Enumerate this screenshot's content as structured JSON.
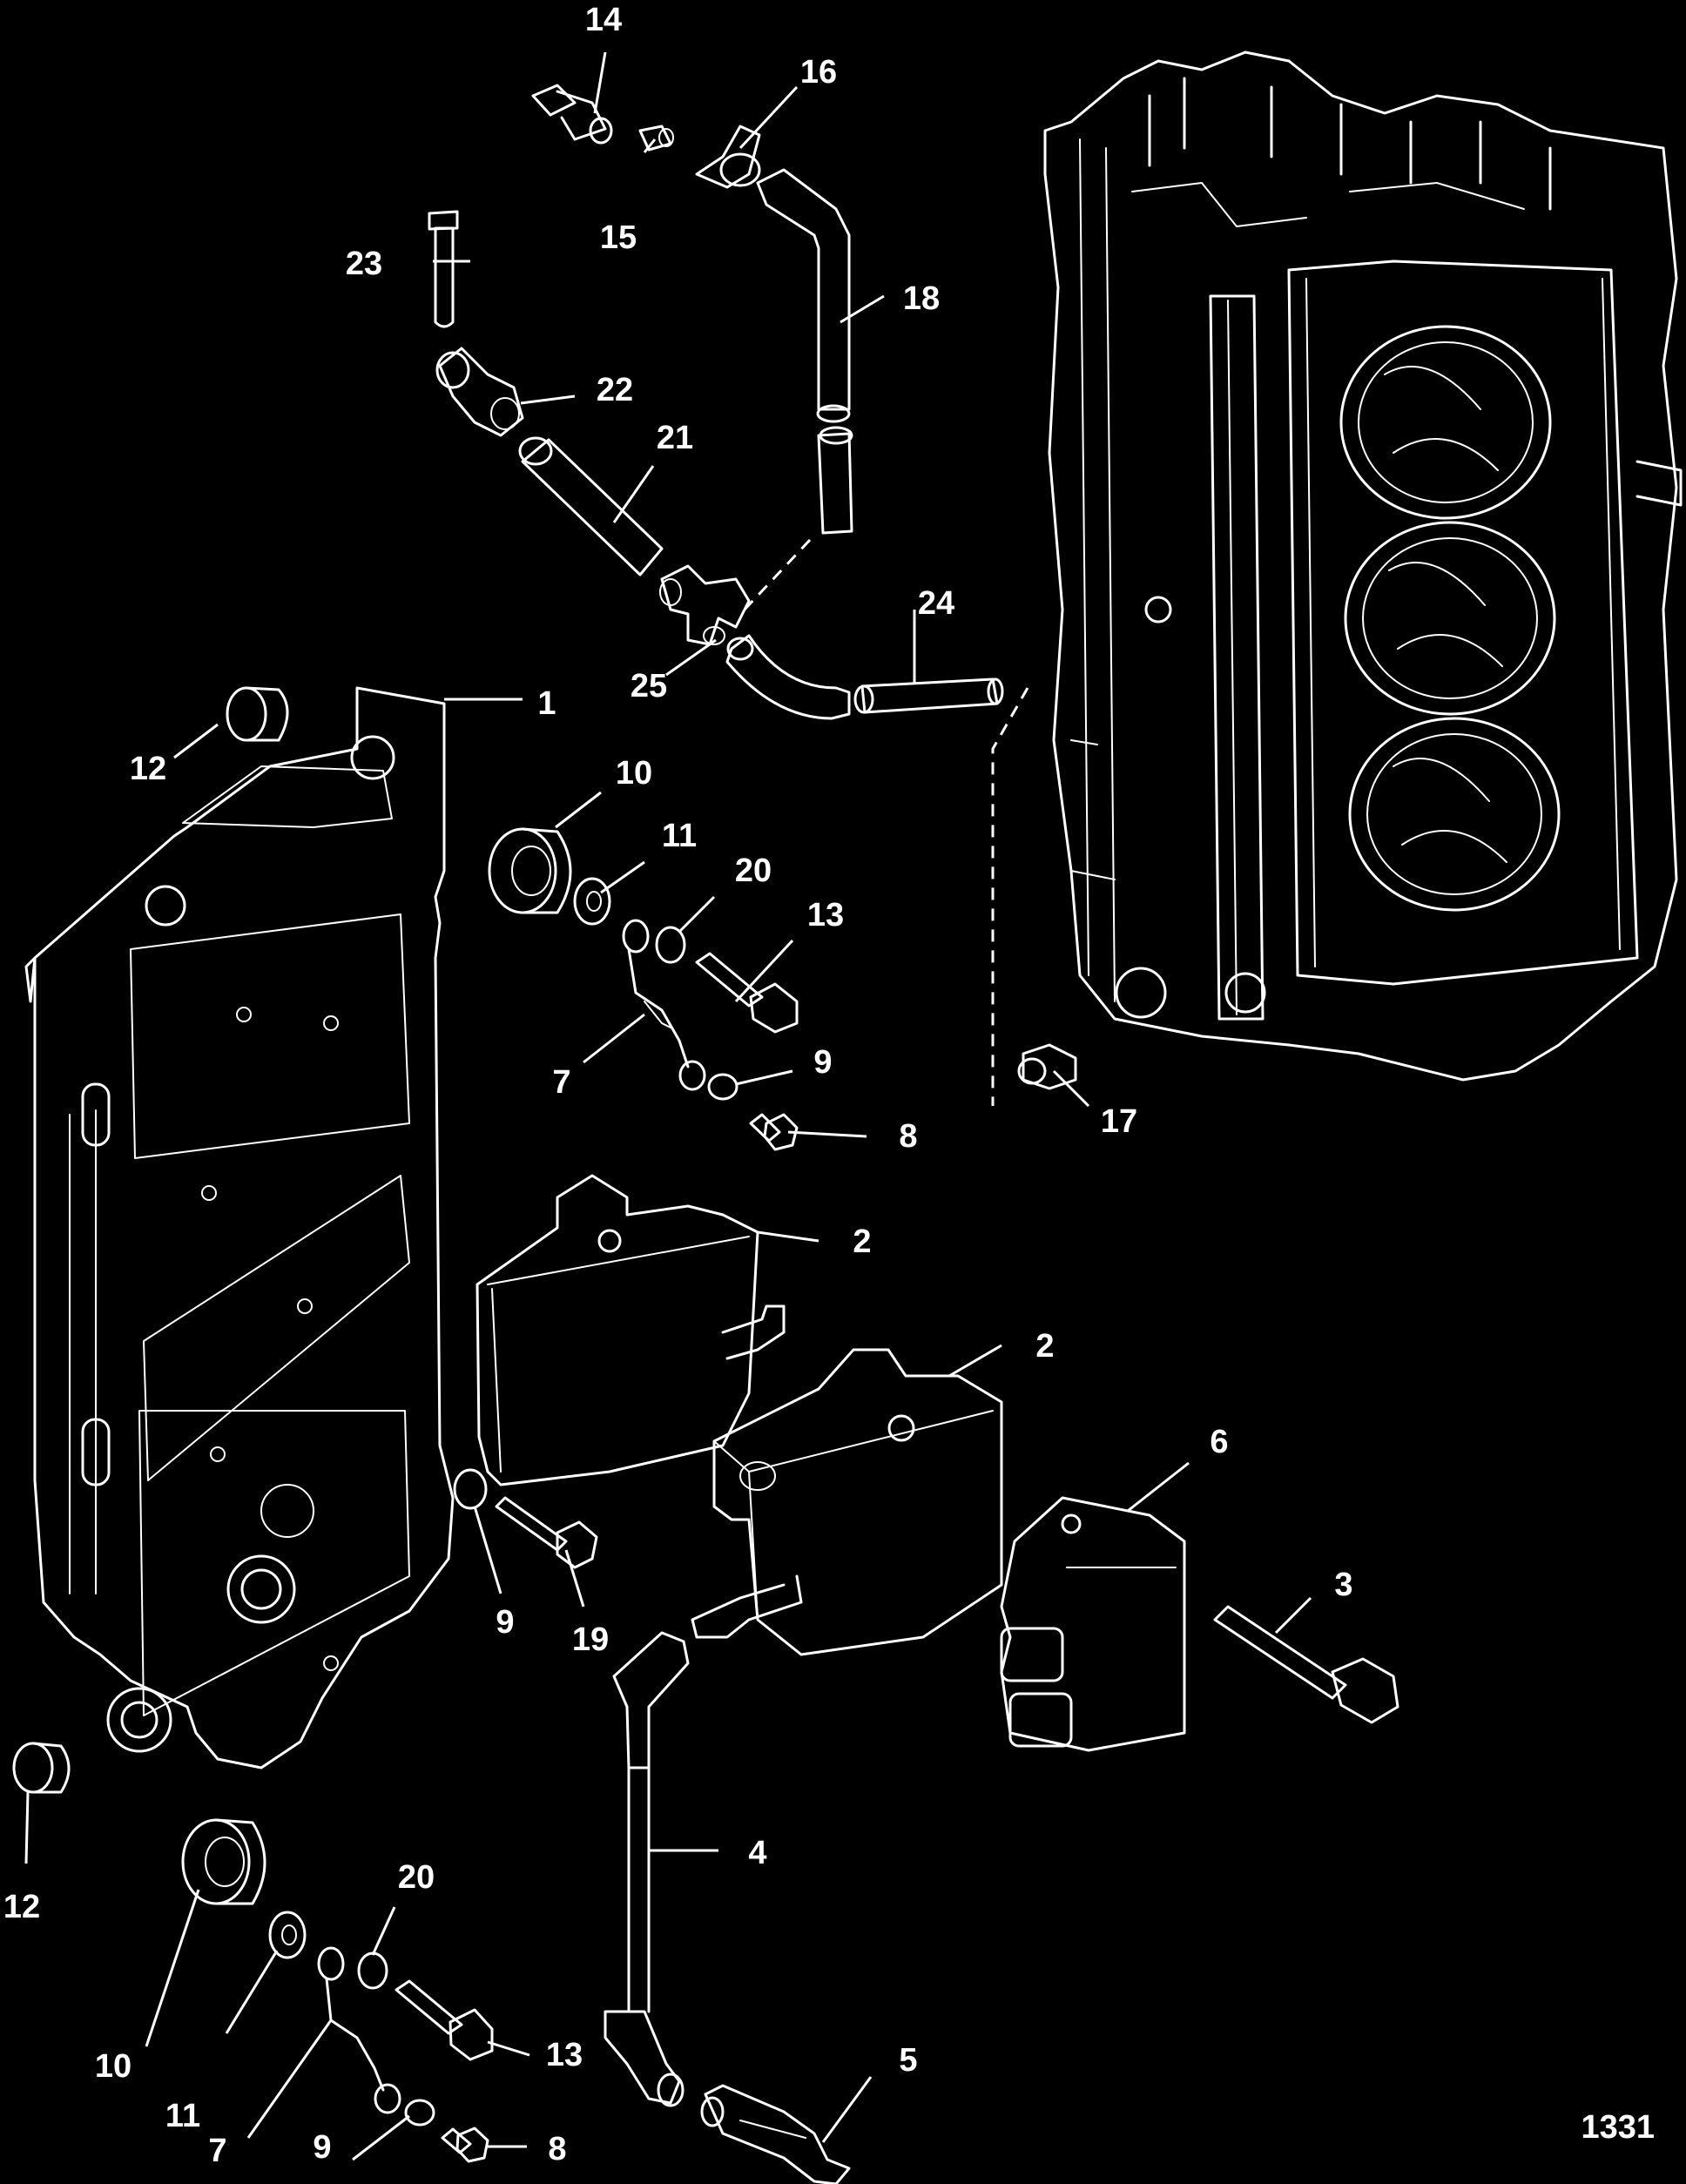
{
  "diagram": {
    "figure_number": "1331",
    "callouts": {
      "c1": "1",
      "c2a": "2",
      "c2b": "2",
      "c3": "3",
      "c4": "4",
      "c5": "5",
      "c6": "6",
      "c7a": "7",
      "c7b": "7",
      "c8a": "8",
      "c8b": "8",
      "c9a": "9",
      "c9b": "9",
      "c9c": "9",
      "c10a": "10",
      "c10b": "10",
      "c11a": "11",
      "c11b": "11",
      "c12a": "12",
      "c12b": "12",
      "c13a": "13",
      "c13b": "13",
      "c14": "14",
      "c15": "15",
      "c16": "16",
      "c17": "17",
      "c18": "18",
      "c19": "19",
      "c20a": "20",
      "c20b": "20",
      "c21": "21",
      "c22": "22",
      "c23": "23",
      "c24": "24",
      "c25": "25"
    }
  }
}
